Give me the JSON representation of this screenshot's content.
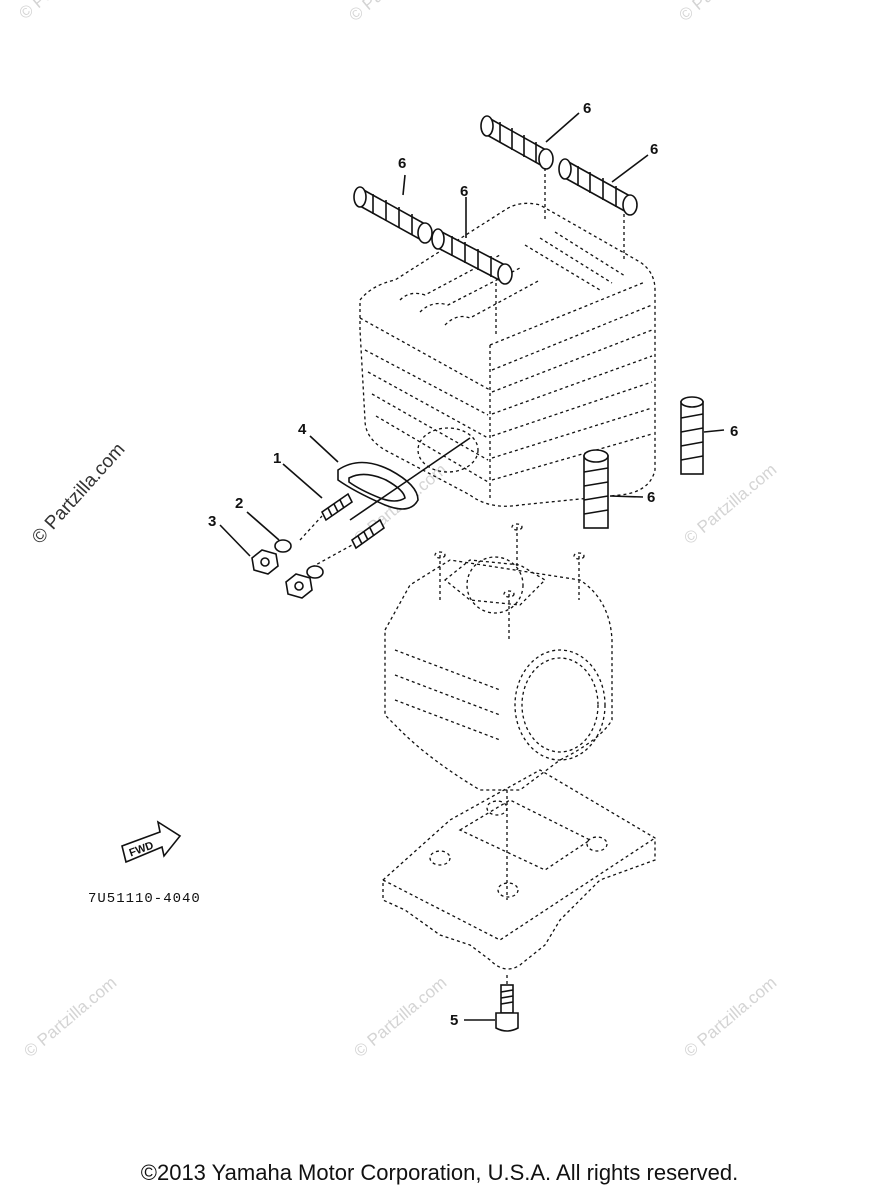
{
  "watermarks": {
    "side": "© Partzilla.com",
    "small": "© Partzilla.com"
  },
  "callouts": {
    "c1": "1",
    "c2": "2",
    "c3": "3",
    "c4": "4",
    "c5": "5",
    "c6a": "6",
    "c6b": "6",
    "c6c": "6",
    "c6d": "6",
    "c6e": "6",
    "c6f": "6"
  },
  "fwd_label": "FWD",
  "part_code": "7U51110-4040",
  "copyright": "©2013 Yamaha Motor Corporation, U.S.A. All rights reserved."
}
